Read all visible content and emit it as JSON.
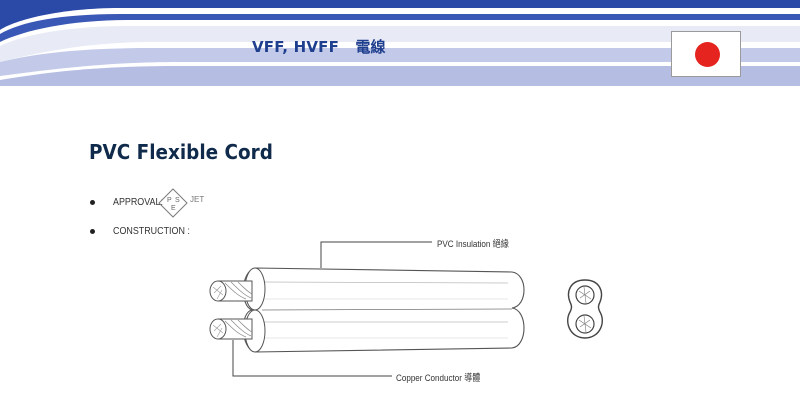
{
  "header": {
    "title": "VFF, HVFF   電線",
    "flag_color": "#e5231f",
    "band_color": "#2b4aa8"
  },
  "page_title": "PVC Flexible Cord",
  "bullets": {
    "approval_label": "APPROVAL:",
    "construction_label": "CONSTRUCTION :"
  },
  "approval_mark": {
    "letters": [
      "P",
      "S",
      "E"
    ],
    "jet_text": "JET"
  },
  "diagram": {
    "insulation_label": "PVC Insulation 絕緣",
    "conductor_label": "Copper Conductor 導體"
  }
}
